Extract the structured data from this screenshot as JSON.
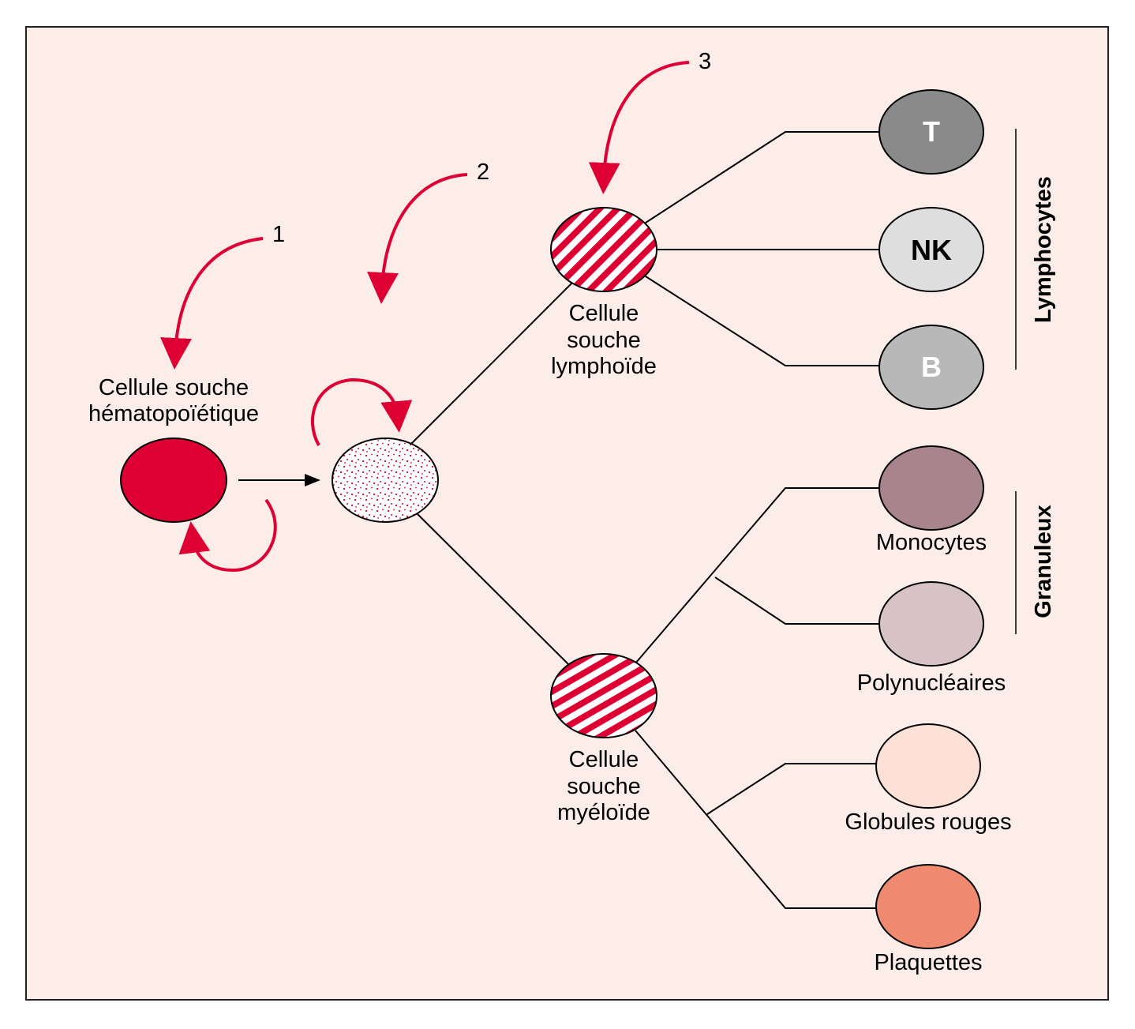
{
  "colors": {
    "background": "#fcede9",
    "accent": "#de0033",
    "stem": "#de0033",
    "t_cell": "#8a8a8a",
    "nk_cell": "#dedede",
    "b_cell": "#b8b8b8",
    "monocyte": "#a8858e",
    "polynuclear": "#d7c2c6",
    "red_cell": "#fde0d6",
    "platelet": "#ef8a70"
  },
  "labels": {
    "hsc_line1": "Cellule souche",
    "hsc_line2": "hématopoïétique",
    "lymphoid_line1": "Cellule",
    "lymphoid_line2": "souche",
    "lymphoid_line3": "lymphoïde",
    "myeloid_line1": "Cellule",
    "myeloid_line2": "souche",
    "myeloid_line3": "myéloïde",
    "t": "T",
    "nk": "NK",
    "b": "B",
    "monocytes": "Monocytes",
    "polynuclear": "Polynucléaires",
    "red_cells": "Globules rouges",
    "platelets": "Plaquettes",
    "lymphocytes": "Lymphocytes",
    "granulocytes": "Granuleux"
  },
  "steps": {
    "one": "1",
    "two": "2",
    "three": "3"
  }
}
